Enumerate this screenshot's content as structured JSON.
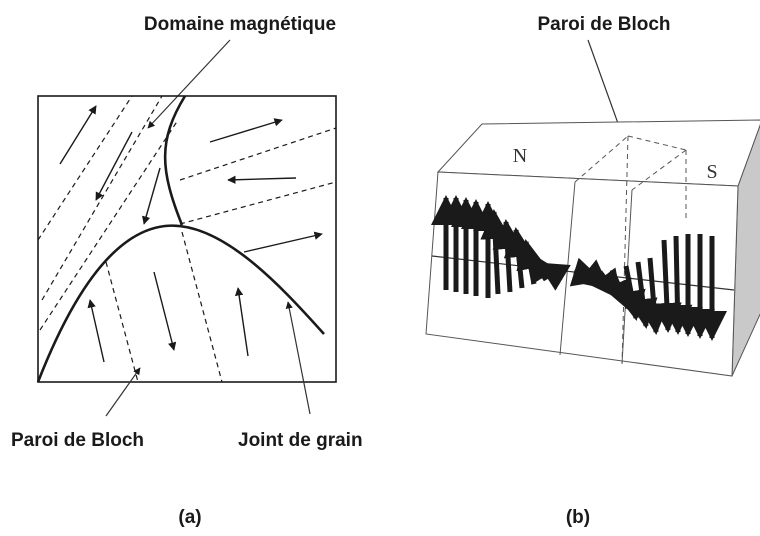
{
  "panel_a": {
    "domain_label": "Domaine magnétique",
    "bloch_label": "Paroi de Bloch",
    "grain_label": "Joint  de grain",
    "caption": "(a)"
  },
  "panel_b": {
    "bloch_label": "Paroi de Bloch",
    "north_label": "N",
    "south_label": "S",
    "caption": "(b)"
  }
}
